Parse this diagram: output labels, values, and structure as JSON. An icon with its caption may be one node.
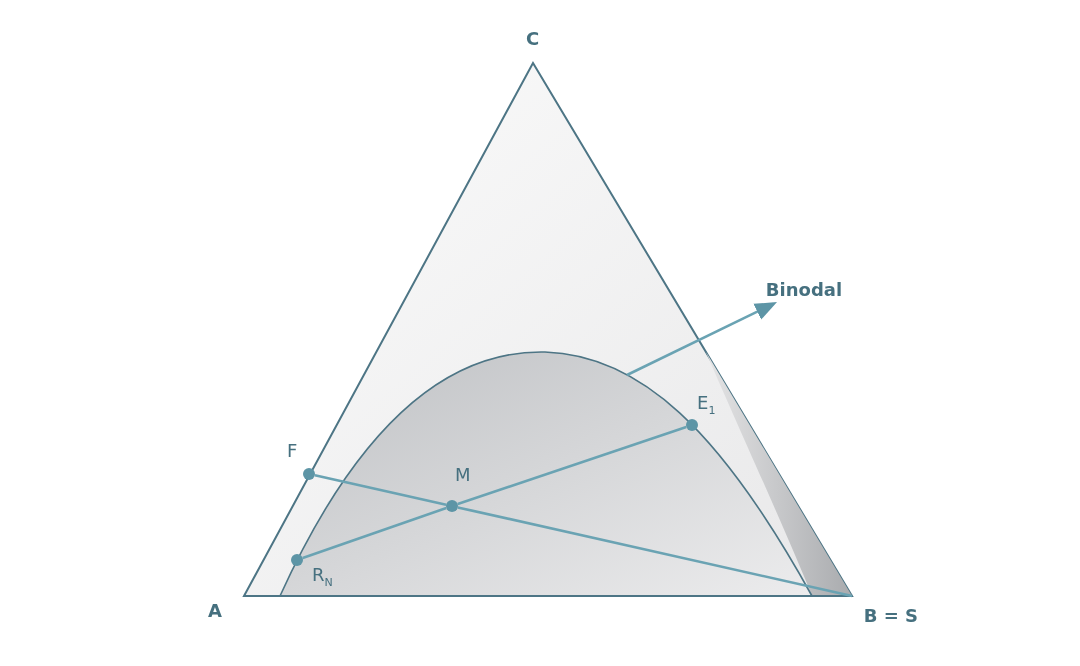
{
  "diagram": {
    "nodes": [
      {
        "text": [
          "Binodal"
        ]
      },
      {
        "text": [],
        "shape": "circle",
        "beside": [
          "E$_{1}$"
        ]
      },
      {
        "text": [],
        "shape": "circle",
        "beside": [
          "F"
        ]
      },
      {
        "text": [],
        "shape": "circle",
        "beside": [
          "M"
        ]
      },
      {
        "text": [],
        "shape": "circle",
        "beside": [
          "R$_{N}$"
        ]
      },
      {
        "text": [
          "B = S"
        ]
      }
    ],
    "edges": [
      {
        "from": null,
        "to": 0,
        "arrow": "to"
      },
      {
        "from": 2,
        "to": 3,
        "arrow": "none"
      },
      {
        "from": 3,
        "to": 5,
        "arrow": "none"
      },
      {
        "from": 4,
        "to": 3,
        "arrow": "none"
      },
      {
        "from": 3,
        "to": 1,
        "arrow": "none"
      }
    ],
    "labels": [
      "C",
      "A"
    ]
  }
}
